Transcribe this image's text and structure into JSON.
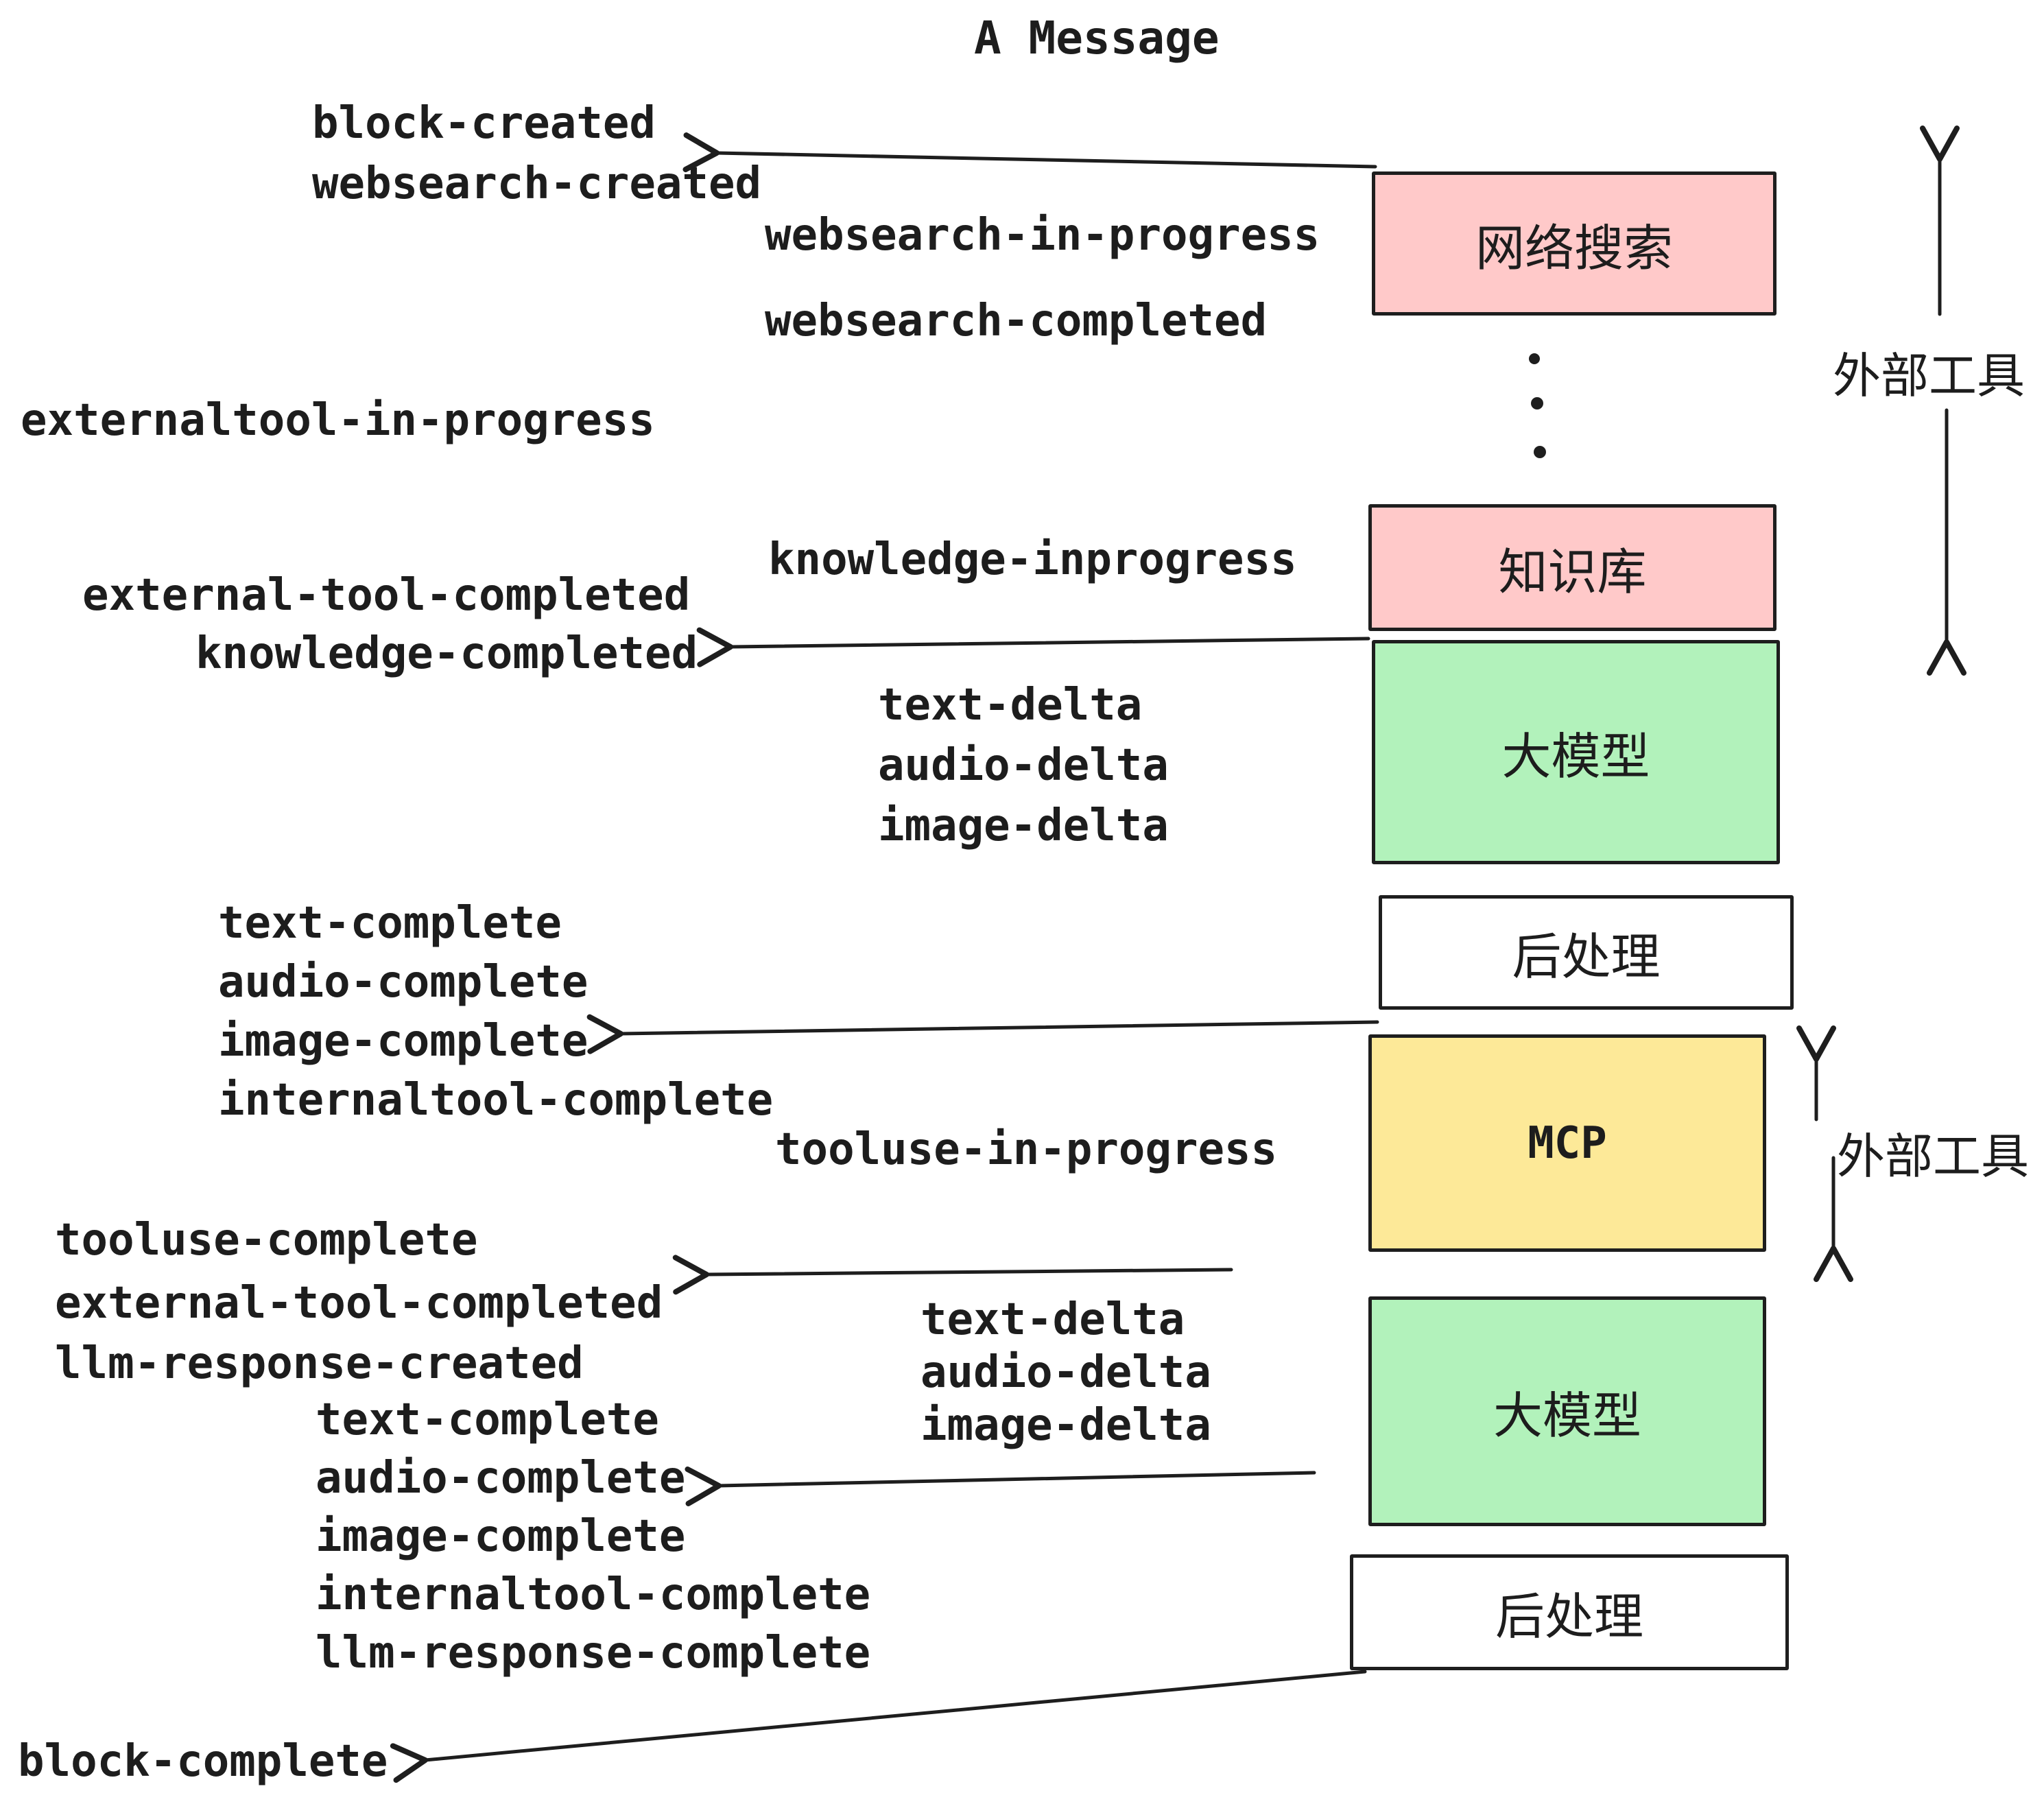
{
  "title": "A Message",
  "events": {
    "block_created": "block-created",
    "websearch_created": "websearch-created",
    "websearch_in_progress": "websearch-in-progress",
    "websearch_completed": "websearch-completed",
    "externaltool_in_progress": "externaltool-in-progress",
    "knowledge_inprogress": "knowledge-inprogress",
    "external_tool_completed": "external-tool-completed",
    "knowledge_completed": "knowledge-completed",
    "text_delta": "text-delta",
    "audio_delta": "audio-delta",
    "image_delta": "image-delta",
    "text_complete": "text-complete",
    "audio_complete": "audio-complete",
    "image_complete": "image-complete",
    "internaltool_complete": "internaltool-complete",
    "tooluse_in_progress": "tooluse-in-progress",
    "tooluse_complete": "tooluse-complete",
    "llm_response_created": "llm-response-created",
    "llm_response_complete": "llm-response-complete",
    "block_complete": "block-complete"
  },
  "boxes": [
    {
      "id": "websearch",
      "label": "网络搜索",
      "color": "#ffc9c9"
    },
    {
      "id": "knowledge",
      "label": "知识库",
      "color": "#ffc9c9"
    },
    {
      "id": "llm1",
      "label": "大模型",
      "color": "#b2f2bb"
    },
    {
      "id": "post1",
      "label": "后处理",
      "color": "#ffffff"
    },
    {
      "id": "mcp",
      "label": "MCP",
      "color": "#fde998"
    },
    {
      "id": "llm2",
      "label": "大模型",
      "color": "#b2f2bb"
    },
    {
      "id": "post2",
      "label": "后处理",
      "color": "#ffffff"
    }
  ],
  "side_labels": {
    "external_tools_top": "外部工具",
    "external_tools_mid": "外部工具"
  },
  "colors": {
    "ink": "#1d1d1d",
    "box_border": "#1e1e1e",
    "pink": "#ffc9c9",
    "green": "#b2f2bb",
    "yellow": "#fde998",
    "background": "#ffffff"
  }
}
